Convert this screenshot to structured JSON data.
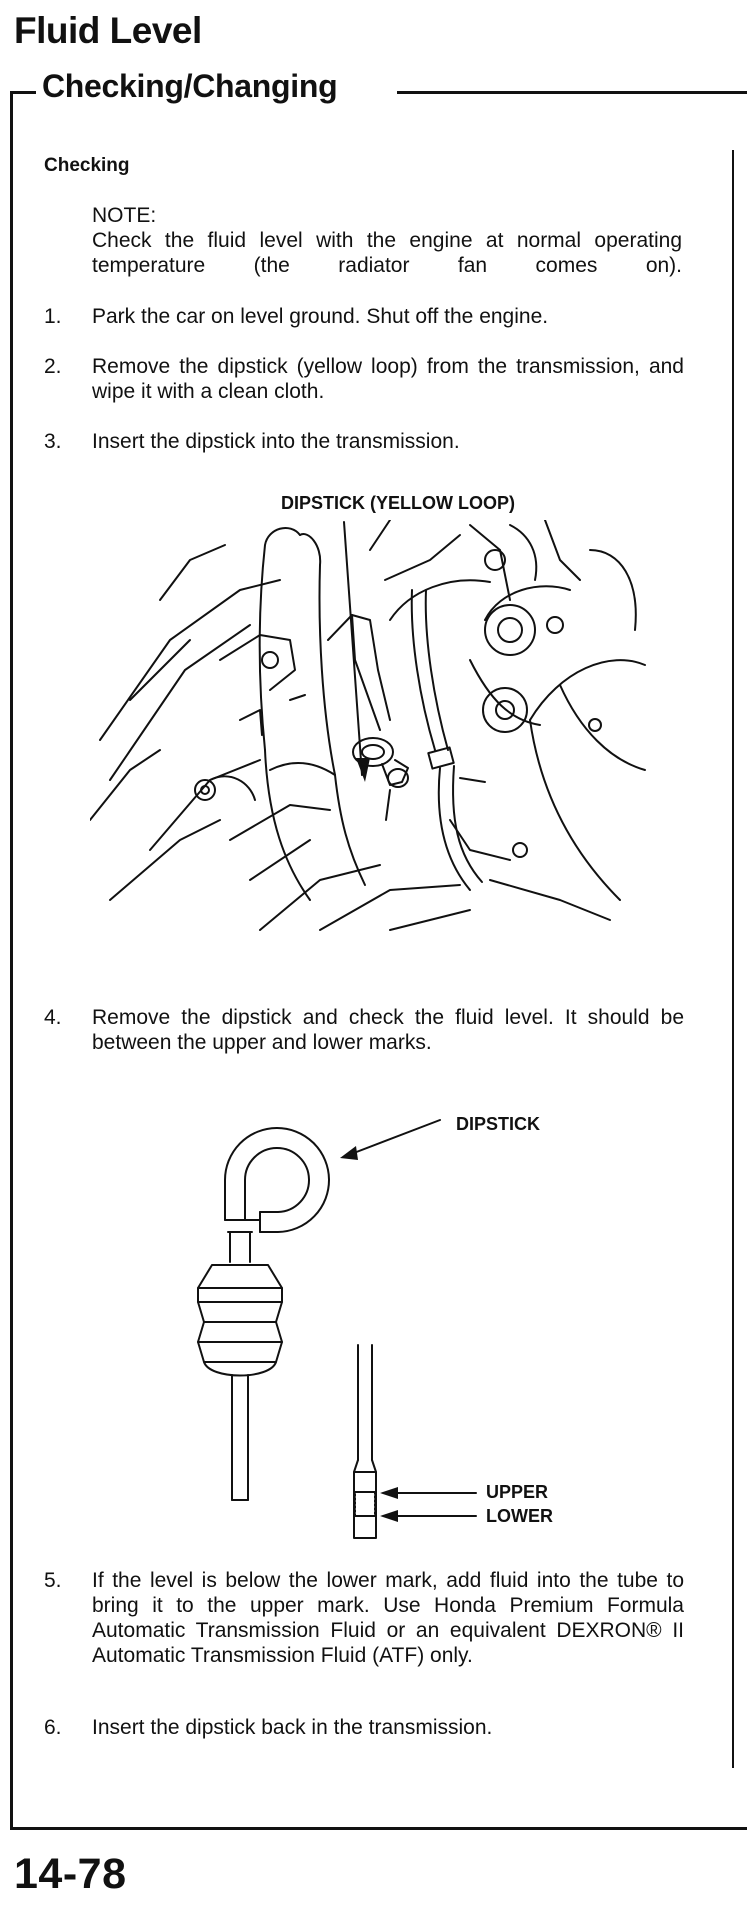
{
  "page": {
    "title": "Fluid Level",
    "subtitle": "Checking/Changing",
    "section": "Checking",
    "note_label": "NOTE:",
    "note_text": "Check the fluid level with the engine at normal operating temperature (the radiator fan comes on).",
    "footer": "14-78"
  },
  "steps": [
    {
      "num": "1.",
      "text": "Park the car on level ground. Shut off the engine."
    },
    {
      "num": "2.",
      "text": "Remove the dipstick (yellow loop) from the transmission, and wipe it with a clean cloth."
    },
    {
      "num": "3.",
      "text": "Insert the dipstick into the transmission."
    },
    {
      "num": "4.",
      "text": "Remove the dipstick and check the fluid level. It should be between the upper and lower marks."
    },
    {
      "num": "5.",
      "text": "If the level is below the lower mark, add fluid into the tube to bring it to the upper mark. Use Honda Premium Formula Automatic Transmission Fluid or an equivalent DEXRON® II Automatic Transmission Fluid (ATF) only."
    },
    {
      "num": "6.",
      "text": "Insert the dipstick back in the transmission."
    }
  ],
  "figures": {
    "engine_label": "DIPSTICK (YELLOW LOOP)",
    "dipstick_label": "DIPSTICK",
    "upper_label": "UPPER",
    "lower_label": "LOWER"
  }
}
